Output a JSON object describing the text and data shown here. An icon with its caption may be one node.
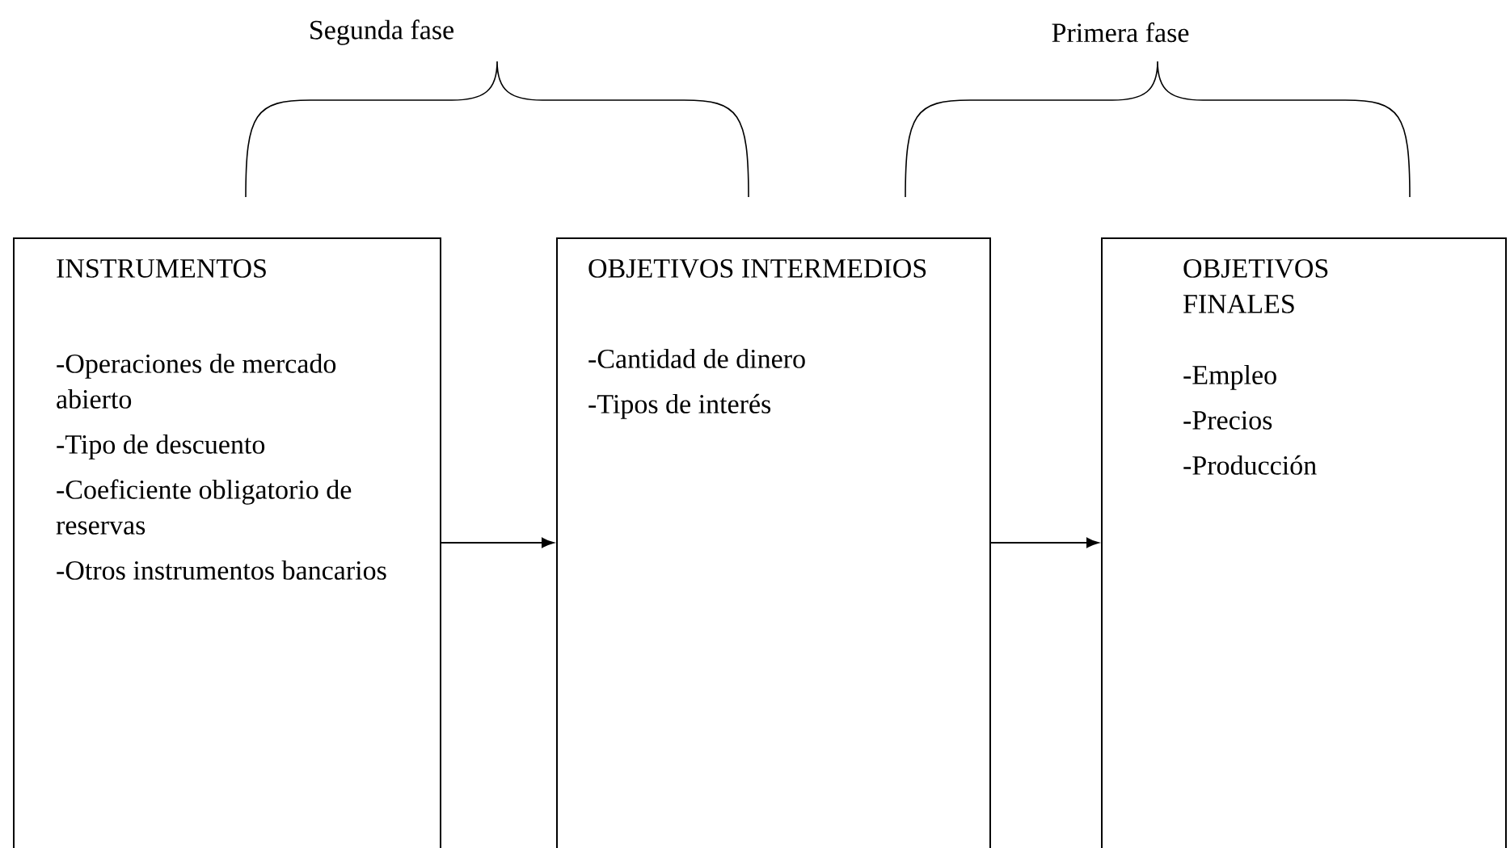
{
  "diagram": {
    "nodes": [
      {
        "text": [
          "INSTRUMENTOS",
          "-Operaciones de mercado abierto",
          "-Tipo de descuento",
          "-Coeficiente obligatorio de reservas",
          "-Otros instrumentos bancarios"
        ]
      },
      {
        "text": [
          "OBJETIVOS INTERMEDIOS",
          "-Cantidad de dinero",
          "-Tipos de interés"
        ]
      },
      {
        "text": [
          "OBJETIVOS FINALES",
          "-Empleo",
          "-Precios",
          "-Producción"
        ]
      }
    ],
    "edges": [
      {
        "from": 0,
        "to": 1,
        "arrow": "to"
      },
      {
        "from": 1,
        "to": 2,
        "arrow": "to"
      }
    ],
    "labels": [
      "Segunda fase",
      "Primera fase"
    ]
  }
}
